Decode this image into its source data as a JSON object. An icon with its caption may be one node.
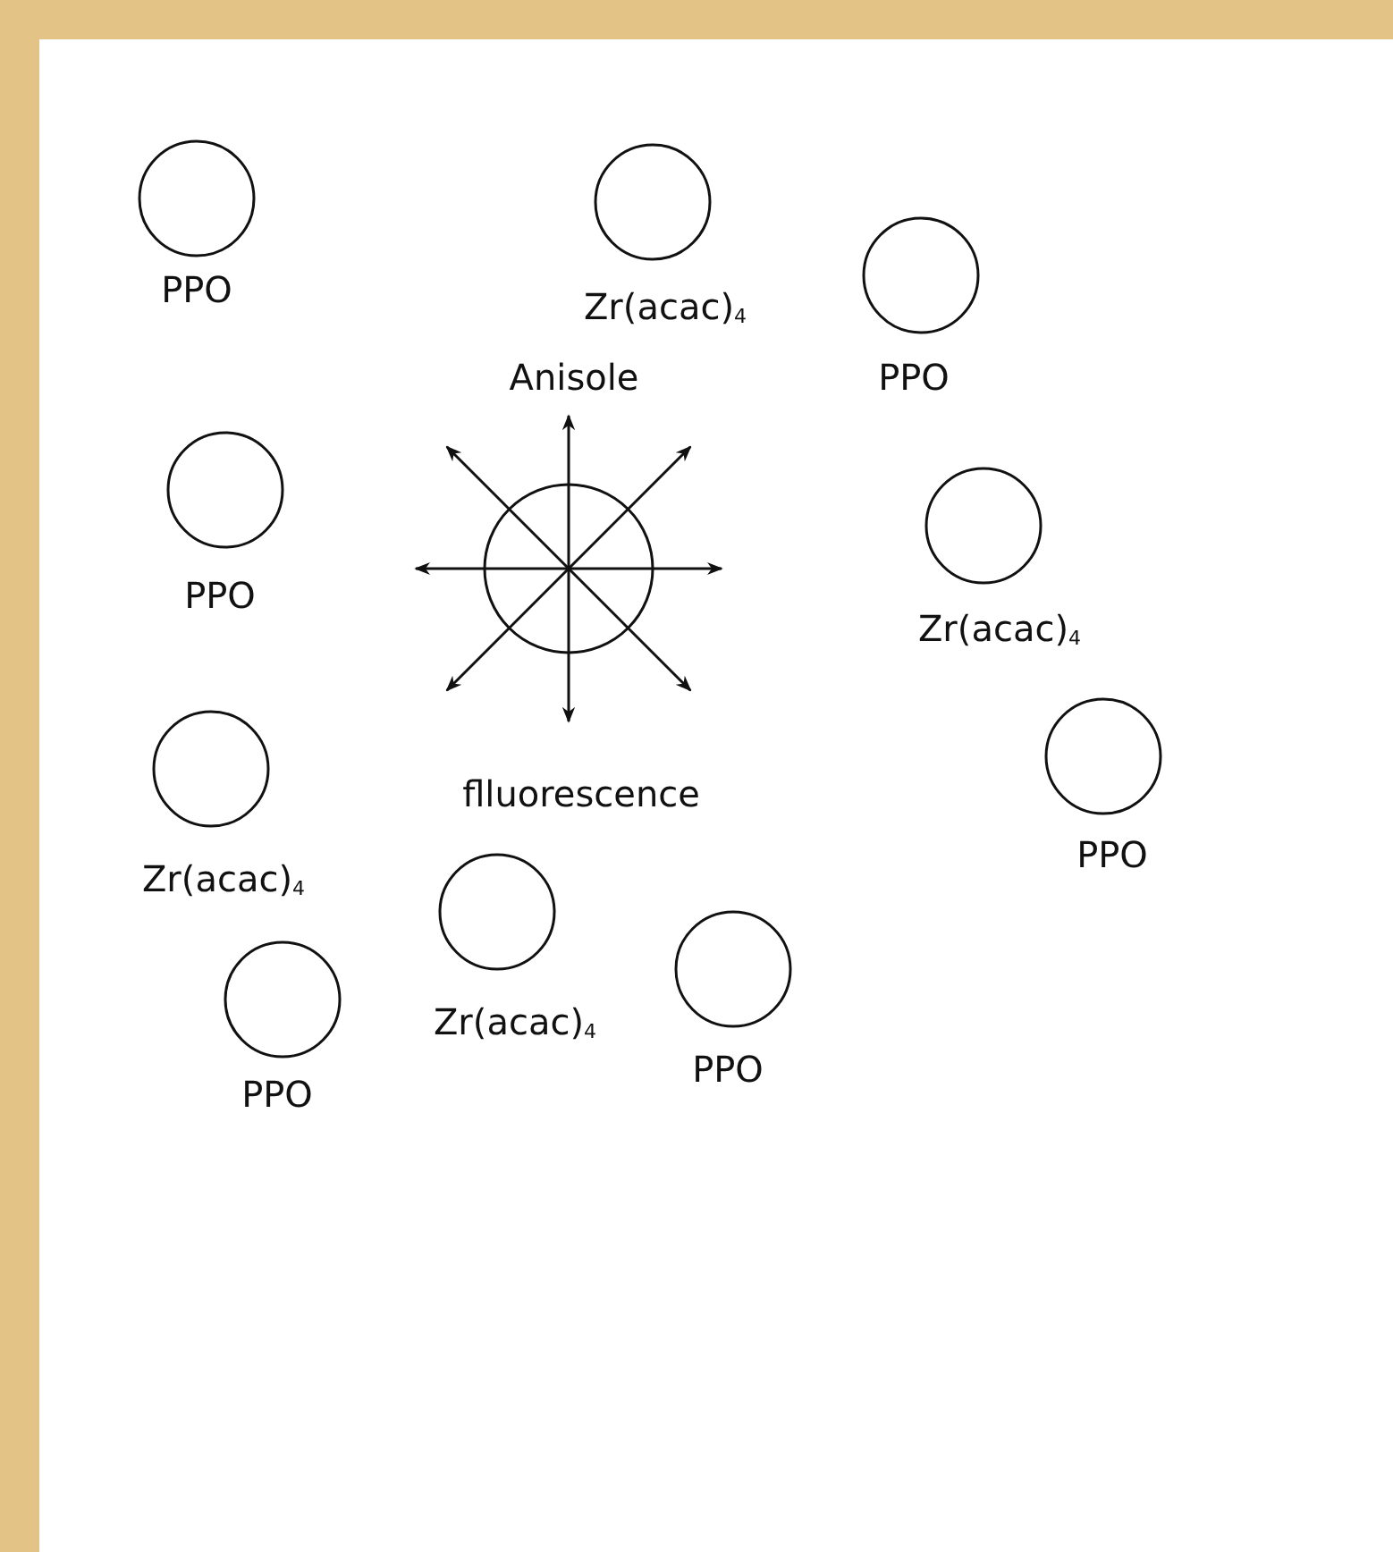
{
  "diagram": {
    "nodes": [
      {
        "text": [
          "PPO"
        ]
      },
      {
        "text": [
          "Zr(acac)$_{4}$"
        ]
      },
      {
        "text": [
          "PPO"
        ]
      },
      {
        "text": [
          "PPO"
        ]
      },
      {
        "text": [
          "Anisole"
        ]
      },
      {
        "text": [
          "Zr(acac)$_{4}$"
        ]
      },
      {
        "text": [
          "PPO"
        ]
      },
      {
        "text": [
          "Zr(acac)$_{4}$"
        ]
      },
      {
        "text": [
          "PPO"
        ]
      },
      {
        "text": [
          "Zr(acac)$_{4}$"
        ]
      },
      {
        "text": [
          "PPO"
        ]
      }
    ],
    "edges": [],
    "labels": [
      "flluorescence"
    ]
  }
}
